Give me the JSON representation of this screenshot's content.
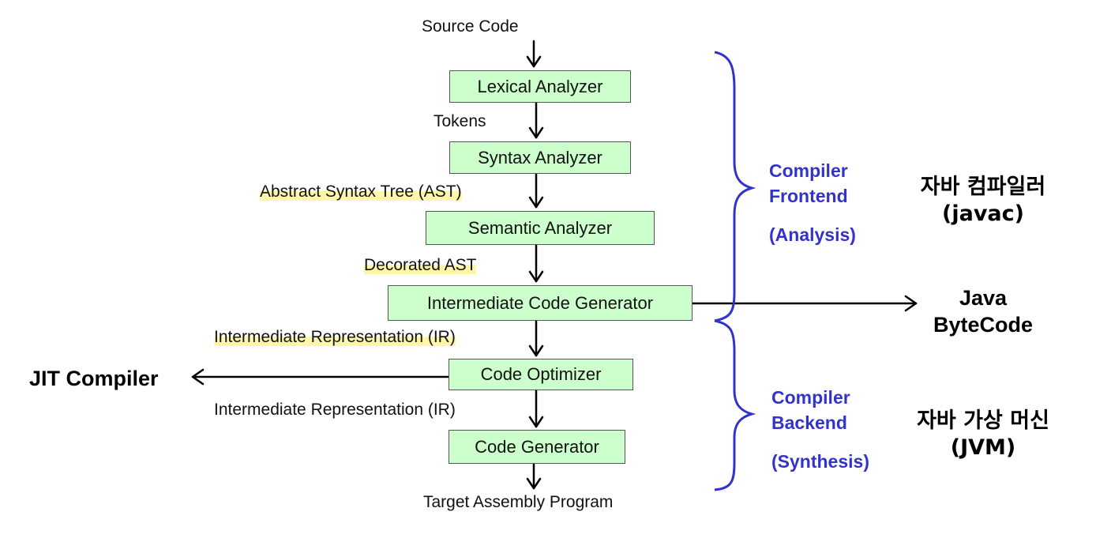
{
  "pipeline": {
    "input": "Source Code",
    "output": "Target Assembly Program",
    "stages": [
      {
        "label": "Lexical Analyzer"
      },
      {
        "label": "Syntax Analyzer"
      },
      {
        "label": "Semantic Analyzer"
      },
      {
        "label": "Intermediate Code Generator"
      },
      {
        "label": "Code Optimizer"
      },
      {
        "label": "Code Generator"
      }
    ],
    "edges": [
      {
        "label": "Tokens"
      },
      {
        "label": "Abstract Syntax Tree (AST)"
      },
      {
        "label": "Decorated AST"
      },
      {
        "label": "Intermediate Representation (IR)"
      },
      {
        "label": "Intermediate Representation (IR)"
      }
    ]
  },
  "frontend": {
    "line1": "Compiler",
    "line2": "Frontend",
    "line3": "(Analysis)"
  },
  "backend": {
    "line1": "Compiler",
    "line2": "Backend",
    "line3": "(Synthesis)"
  },
  "javac": {
    "line1": "자바 컴파일러",
    "line2": "(javac)"
  },
  "jvm": {
    "line1": "자바 가상 머신",
    "line2": "(JVM)"
  },
  "bytecode": {
    "line1": "Java",
    "line2": "ByteCode"
  },
  "jit": {
    "label": "JIT Compiler"
  },
  "colors": {
    "box_fill": "#ccffcc",
    "phase_text": "#3333cc",
    "highlight": "#fff7a8",
    "brace": "#3333cc"
  }
}
